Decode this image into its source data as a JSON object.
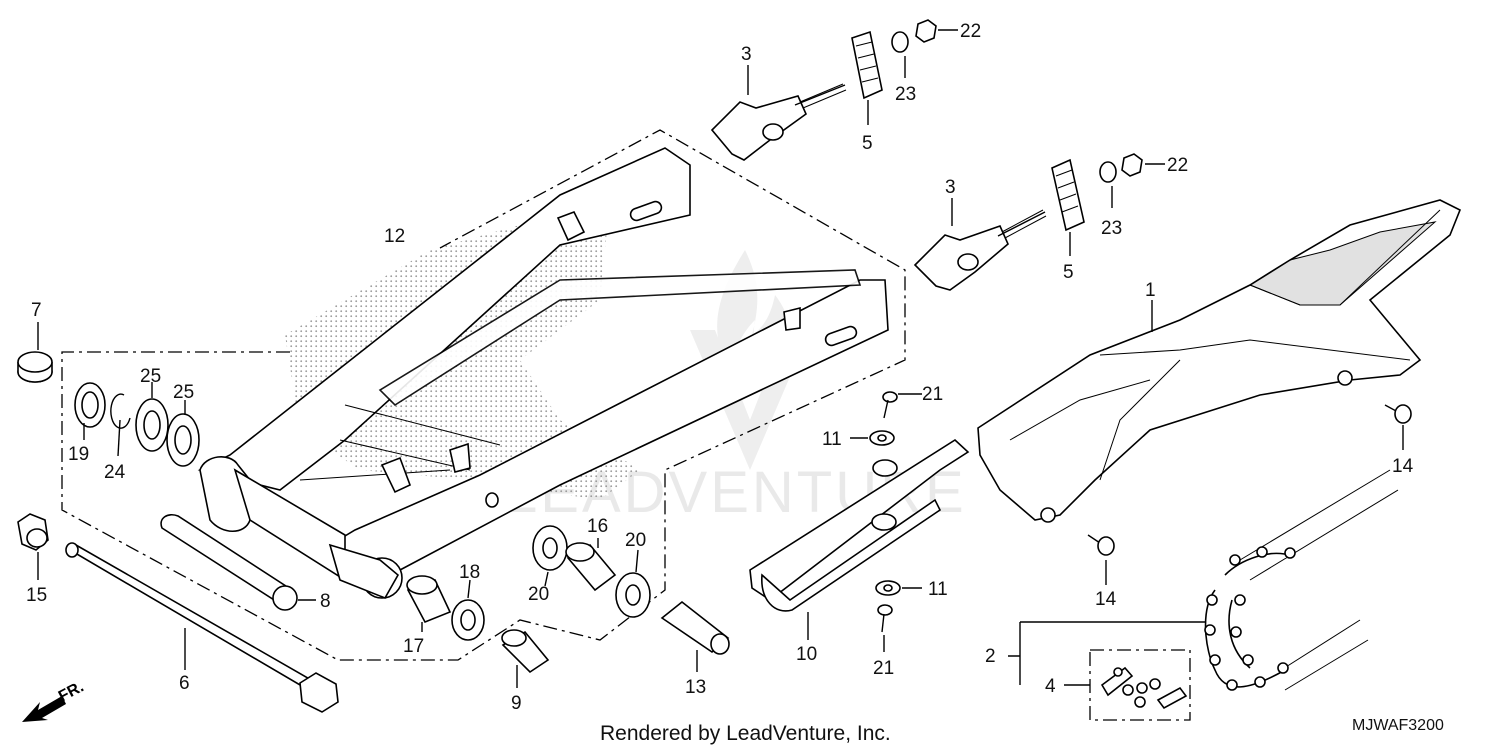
{
  "diagram": {
    "watermark": "LEADVENTURE",
    "footer": "Rendered by LeadVenture, Inc.",
    "code": "MJWAF3200",
    "direction": "FR.",
    "callouts": {
      "c1": "1",
      "c2": "2",
      "c3a": "3",
      "c3b": "3",
      "c4": "4",
      "c5a": "5",
      "c5b": "5",
      "c6": "6",
      "c7": "7",
      "c8": "8",
      "c9": "9",
      "c10": "10",
      "c11a": "11",
      "c11b": "11",
      "c12": "12",
      "c13": "13",
      "c14a": "14",
      "c14b": "14",
      "c15": "15",
      "c16": "16",
      "c17": "17",
      "c18": "18",
      "c19": "19",
      "c20a": "20",
      "c20b": "20",
      "c21a": "21",
      "c21b": "21",
      "c22a": "22",
      "c22b": "22",
      "c23a": "23",
      "c23b": "23",
      "c24": "24",
      "c25a": "25",
      "c25b": "25"
    }
  }
}
